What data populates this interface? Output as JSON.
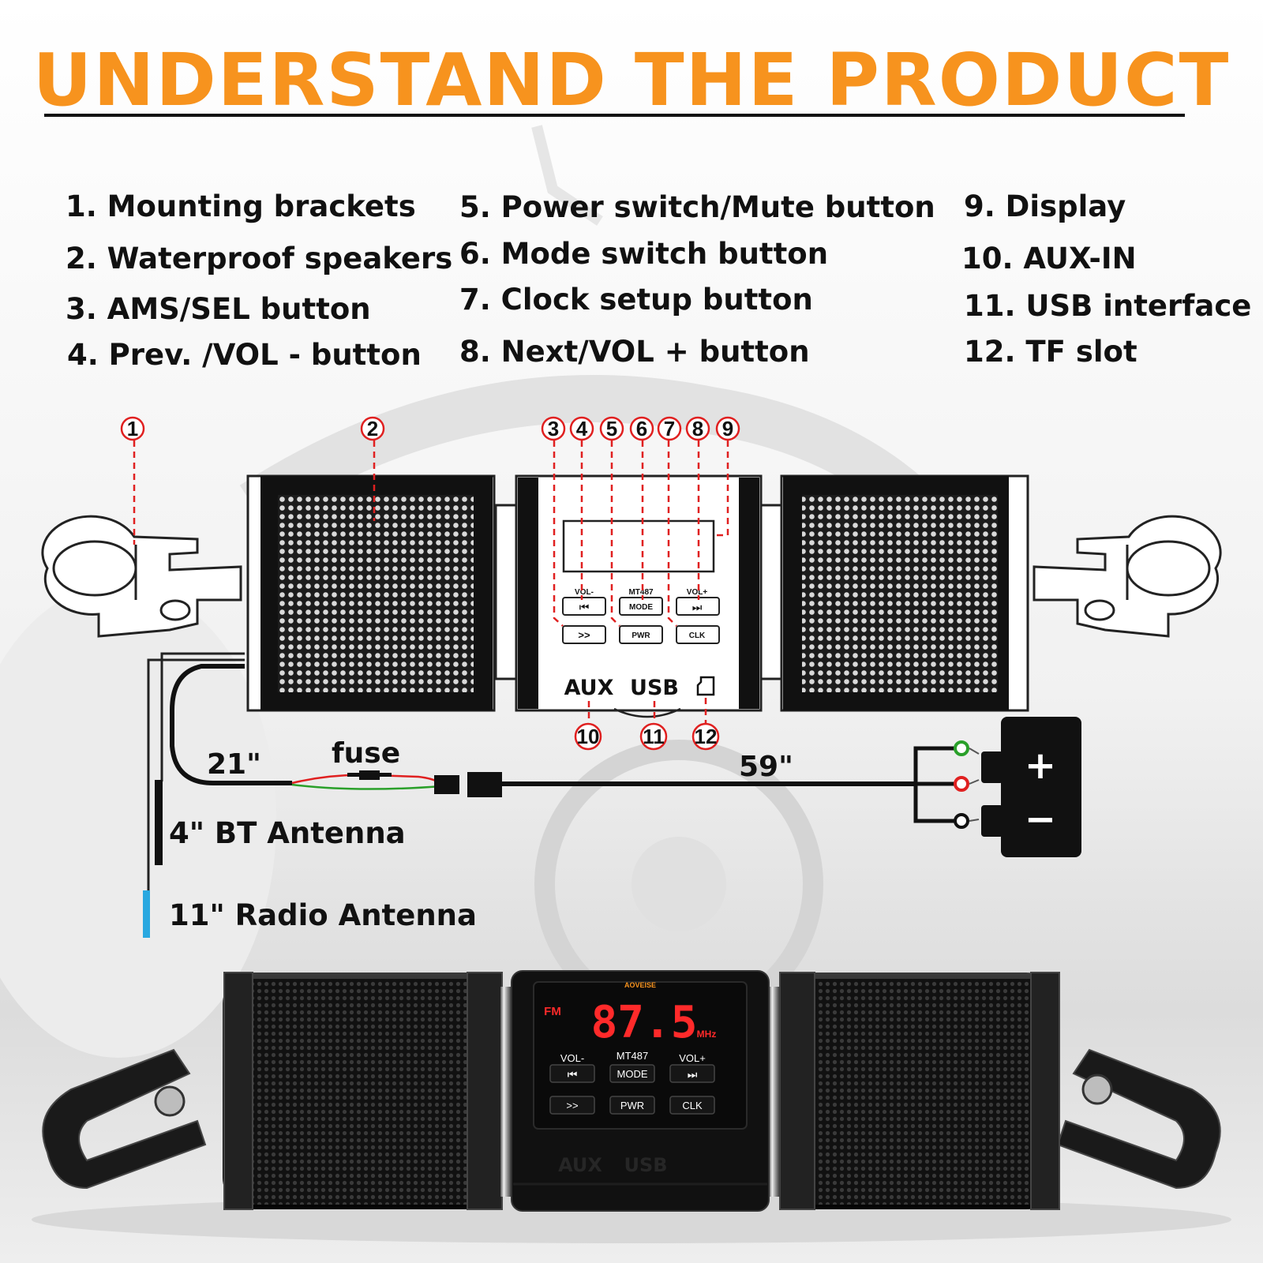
{
  "title": "UNDERSTAND THE PRODUCT",
  "legend": [
    "1. Mounting brackets",
    "2. Waterproof speakers",
    "3. AMS/SEL button",
    "4. Prev. /VOL - button",
    "5. Power switch/Mute button",
    "6. Mode switch button",
    "7. Clock setup button",
    "8. Next/VOL + button",
    "9. Display",
    "10. AUX-IN",
    "11. USB interface",
    "12. TF slot"
  ],
  "callouts": [
    "1",
    "2",
    "3",
    "4",
    "5",
    "6",
    "7",
    "8",
    "9",
    "10",
    "11",
    "12"
  ],
  "panel": {
    "vol_minus": "VOL-",
    "model": "MT487",
    "vol_plus": "VOL+",
    "mode": "MODE",
    "skip": ">>",
    "pwr": "PWR",
    "clk": "CLK",
    "aux": "AUX",
    "usb": "USB"
  },
  "wiring": {
    "len_21": "21\"",
    "fuse": "fuse",
    "len_59": "59\"",
    "bt_antenna": "4\" BT Antenna",
    "radio_antenna": "11\" Radio Antenna",
    "plus": "+",
    "minus": "−"
  },
  "photo": {
    "brand": "AOVEISE",
    "band": "FM",
    "frequency": "87.5",
    "unit": "MHz",
    "vol_minus": "VOL-",
    "model": "MT487",
    "vol_plus": "VOL+",
    "mode": "MODE",
    "skip": ">>",
    "pwr": "PWR",
    "clk": "CLK",
    "aux": "AUX",
    "usb": "USB"
  },
  "colors": {
    "title": "#f7931e",
    "callout": "#e02020",
    "radio_antenna": "#29a8e0",
    "display_digits": "#ff2a2a"
  }
}
